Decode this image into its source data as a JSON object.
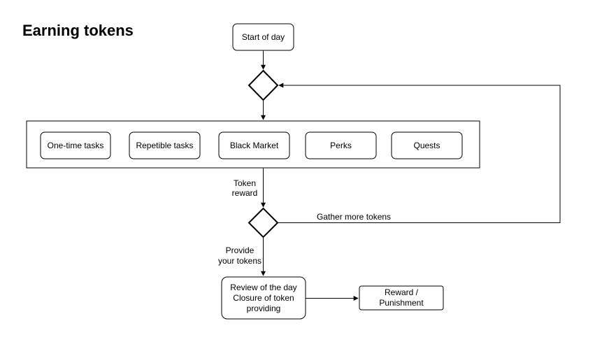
{
  "title": "Earning tokens",
  "nodes": {
    "start": "Start of day",
    "tasks": [
      "One-time tasks",
      "Repetible tasks",
      "Black Market",
      "Perks",
      "Quests"
    ],
    "review": [
      "Review of the day",
      "Closure of token",
      "providing"
    ],
    "reward": [
      "Reward /",
      "Punishment"
    ]
  },
  "edges": {
    "token_reward": [
      "Token",
      "reward"
    ],
    "gather_more": "Gather more tokens",
    "provide": [
      "Provide",
      "your tokens"
    ]
  }
}
